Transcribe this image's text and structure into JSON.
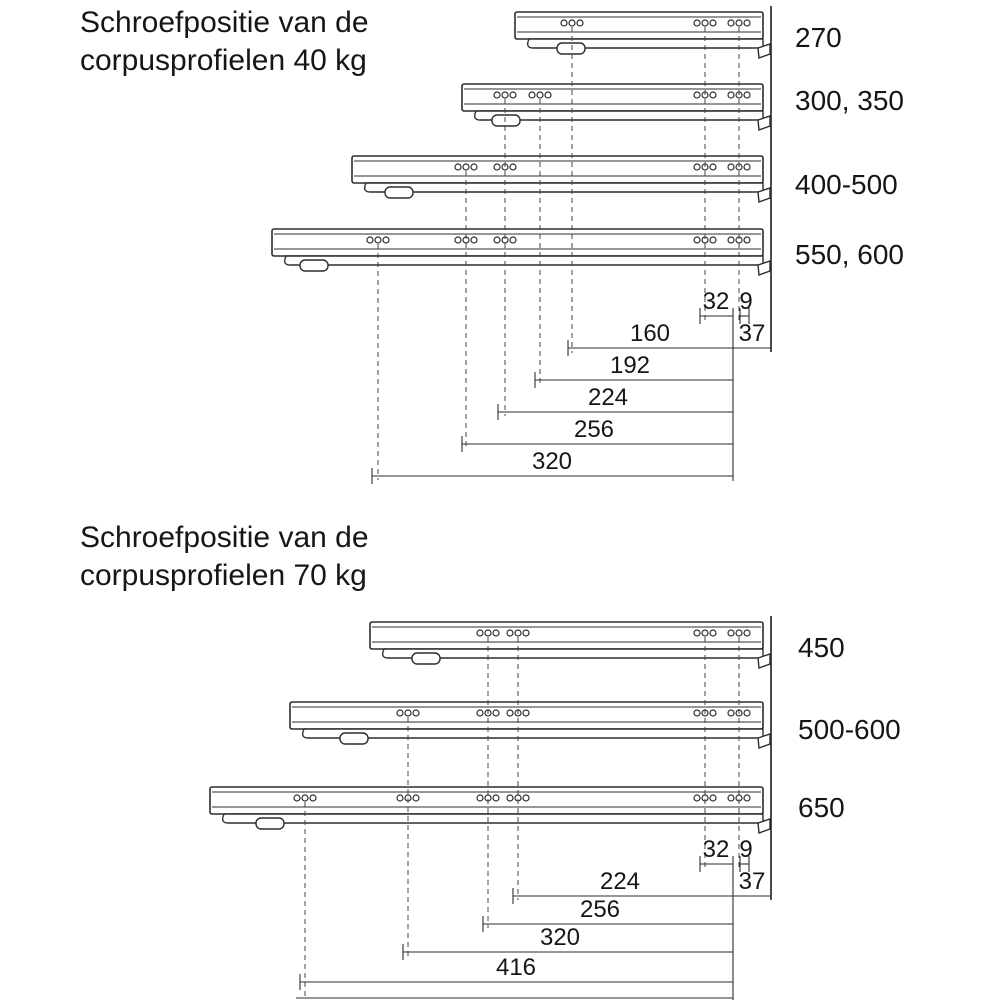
{
  "section40": {
    "title_line1": "Schroefpositie van de",
    "title_line2": "corpusprofielen 40 kg",
    "rail_labels": {
      "rail1": "270",
      "rail2": "300, 350",
      "rail3": "400-500",
      "rail4": "550, 600"
    },
    "dims": {
      "gap32": "32",
      "gap9": "9",
      "dist160": "160",
      "back37": "37",
      "dist192": "192",
      "dist224": "224",
      "dist256": "256",
      "dist320": "320"
    }
  },
  "section70": {
    "title_line1": "Schroefpositie van de",
    "title_line2": "corpusprofielen 70 kg",
    "rail_labels": {
      "rail1": "450",
      "rail2": "500-600",
      "rail3": "650"
    },
    "dims": {
      "gap32": "32",
      "gap9": "9",
      "dist224": "224",
      "back37": "37",
      "dist256": "256",
      "dist320": "320",
      "dist416": "416"
    }
  }
}
